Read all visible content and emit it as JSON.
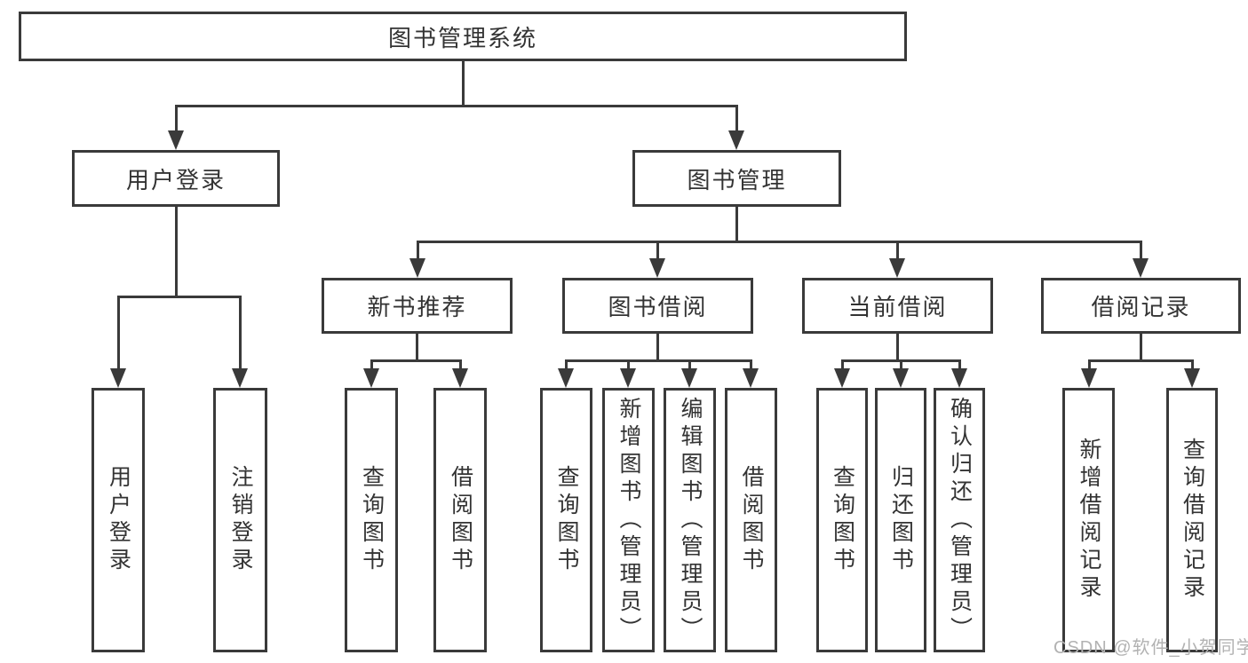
{
  "diagram": {
    "root": {
      "label": "图书管理系统"
    },
    "branches": [
      {
        "label": "用户登录",
        "children": [
          {
            "label": "用户登录"
          },
          {
            "label": "注销登录"
          }
        ]
      },
      {
        "label": "图书管理",
        "children": [
          {
            "label": "新书推荐",
            "children": [
              {
                "label": "查询图书"
              },
              {
                "label": "借阅图书"
              }
            ]
          },
          {
            "label": "图书借阅",
            "children": [
              {
                "label": "查询图书"
              },
              {
                "label": "新增图书（管理员）"
              },
              {
                "label": "编辑图书（管理员）"
              },
              {
                "label": "借阅图书"
              }
            ]
          },
          {
            "label": "当前借阅",
            "children": [
              {
                "label": "查询图书"
              },
              {
                "label": "归还图书"
              },
              {
                "label": "确认归还（管理员）"
              }
            ]
          },
          {
            "label": "借阅记录",
            "children": [
              {
                "label": "新增借阅记录"
              },
              {
                "label": "查询借阅记录"
              }
            ]
          }
        ]
      }
    ],
    "colors": {
      "line": "#3a3a3a",
      "text": "#333333",
      "background": "#ffffff",
      "watermark": "#b2b2b2"
    }
  },
  "watermark": {
    "text": "CSDN @软件_小贺同学"
  }
}
